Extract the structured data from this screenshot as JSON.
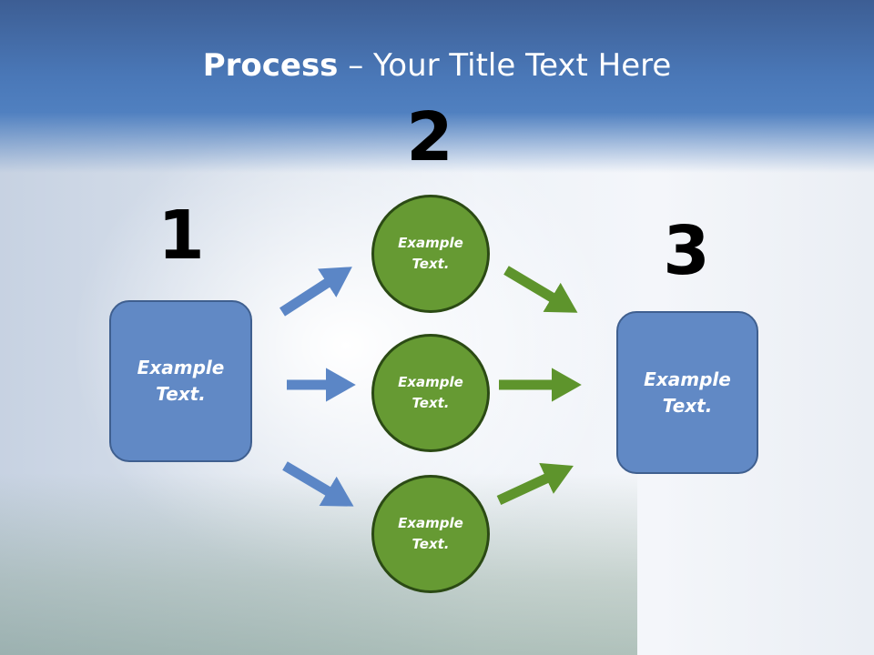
{
  "title": {
    "bold": "Process",
    "rest": " – Your Title Text Here"
  },
  "steps": {
    "one": "1",
    "two": "2",
    "three": "3"
  },
  "start_box": {
    "line1": "Example",
    "line2": "Text."
  },
  "circles": [
    {
      "line1": "Example",
      "line2": "Text."
    },
    {
      "line1": "Example",
      "line2": "Text."
    },
    {
      "line1": "Example",
      "line2": "Text."
    }
  ],
  "end_box": {
    "line1": "Example",
    "line2": "Text."
  },
  "colors": {
    "blue": "#6189c5",
    "green": "#669a33",
    "header": "#4a78b8"
  }
}
